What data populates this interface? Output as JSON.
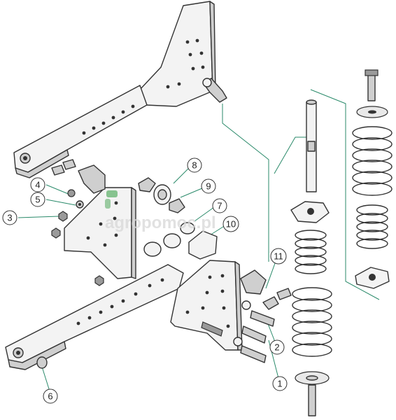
{
  "watermark": {
    "text": "agropomoc.pl",
    "accent_color": "#2e9a3c"
  },
  "callouts": [
    {
      "id": "c1",
      "label": "1"
    },
    {
      "id": "c2",
      "label": "2"
    },
    {
      "id": "c3",
      "label": "3"
    },
    {
      "id": "c4",
      "label": "4"
    },
    {
      "id": "c5",
      "label": "5"
    },
    {
      "id": "c6",
      "label": "6"
    },
    {
      "id": "c7",
      "label": "7"
    },
    {
      "id": "c8",
      "label": "8"
    },
    {
      "id": "c9",
      "label": "9"
    },
    {
      "id": "c10",
      "label": "10"
    },
    {
      "id": "c11",
      "label": "11"
    }
  ],
  "colors": {
    "leader": "#2a8a6a",
    "outline": "#333333",
    "fill": "#f3f3f3"
  }
}
